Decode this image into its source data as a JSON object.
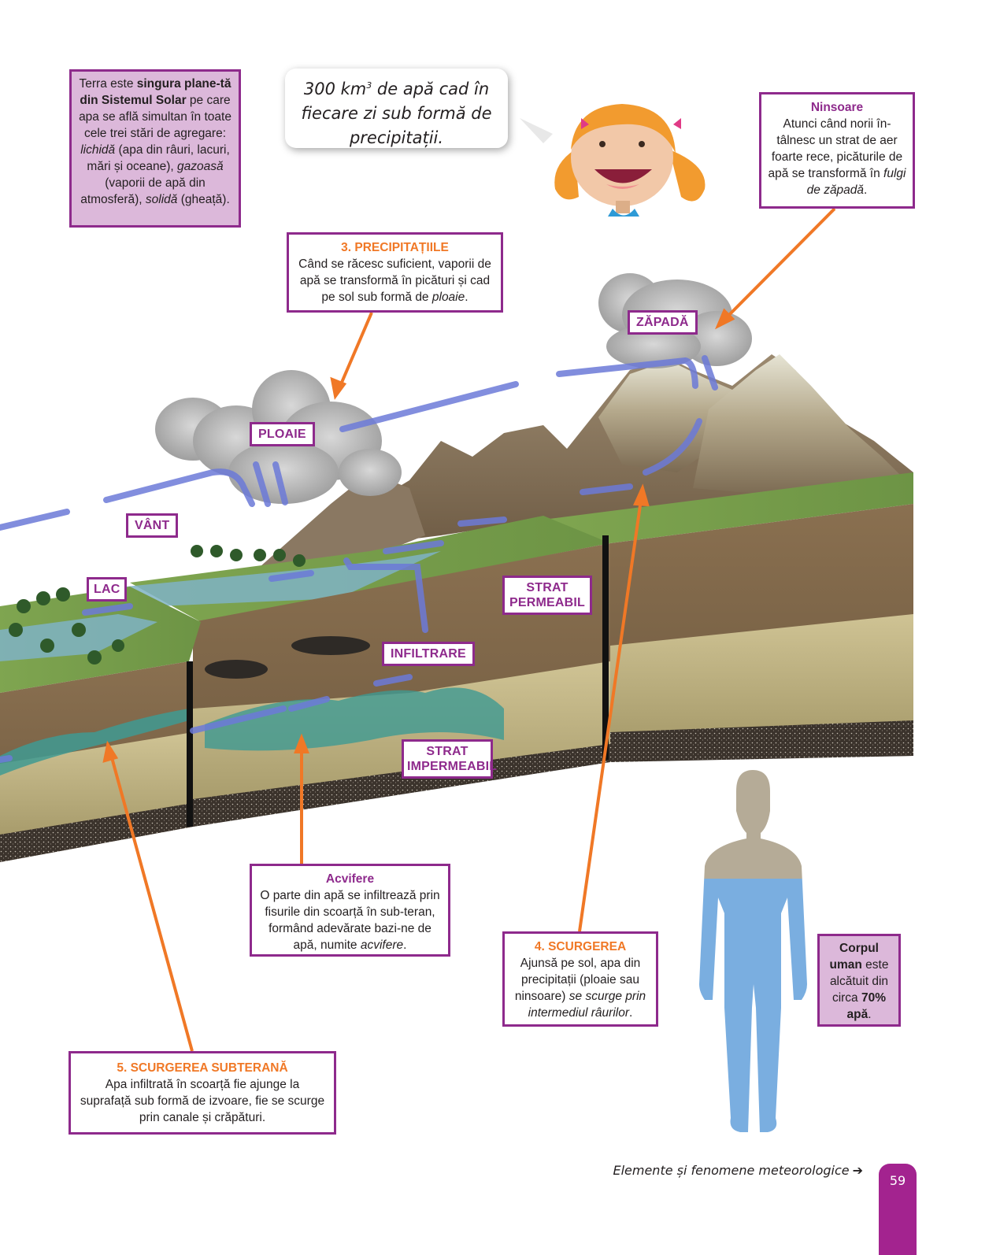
{
  "intro_box": {
    "p1": "Terra este ",
    "b1": "singura plane-tă din Sistemul Solar",
    "p2": " pe care apa se află simultan în toate cele trei stări de agregare: ",
    "i1": "lichidă",
    "p3": " (apa din râuri, lacuri, mări și oceane), ",
    "i2": "gazoasă",
    "p4": " (vaporii de apă din atmosferă), ",
    "i3": "solidă",
    "p5": " (gheață)."
  },
  "speech_bubble": {
    "pre": "300 km",
    "sup": "3",
    "post": " de apă cad în fiecare zi sub formă de precipitații."
  },
  "snow_box": {
    "title": "Ninsoare",
    "text": "Atunci când norii în-tâlnesc un strat de aer foarte rece, picăturile de apă se transformă în ",
    "italic": "fulgi de zăpadă",
    "end": "."
  },
  "precip_box": {
    "title": "3. PRECIPITAȚIILE",
    "text": "Când se răcesc suficient, vaporii de apă se transformă în picături și cad pe sol sub formă de ",
    "italic": "ploaie",
    "end": "."
  },
  "aquifer_box": {
    "title": "Acvifere",
    "text": "O parte din apă se infiltrează prin fisurile din scoarță în sub-teran, formând adevărate bazi-ne de apă, numite ",
    "italic": "acvifere",
    "end": "."
  },
  "runoff_box": {
    "title": "4. SCURGEREA",
    "text": "Ajunsă pe sol, apa din precipitații (ploaie sau ninsoare) ",
    "italic": "se scurge prin intermediul râurilor",
    "end": "."
  },
  "underground_box": {
    "title": "5. SCURGEREA SUBTERANĂ",
    "text": "Apa infiltrată în scoarță fie ajunge la suprafață sub formă de izvoare, fie se scurge prin canale și crăpături."
  },
  "body_box": {
    "b1": "Corpul uman",
    "p1": " este alcătuit din circa ",
    "b2": "70% apă",
    "end": "."
  },
  "diagram_labels": {
    "snow": "ZĂPADĂ",
    "rain": "PLOAIE",
    "wind": "VÂNT",
    "lake": "LAC",
    "permeable": "STRAT PERMEABIL",
    "infiltration": "INFILTRARE",
    "impermeable": "STRAT IMPERMEABIL"
  },
  "human_figure": {
    "water_fraction": 0.7
  },
  "footer": {
    "section": "Elemente și fenomene meteorologice",
    "arrow_icon": "arrow-right-icon",
    "page_number": "59"
  },
  "colors": {
    "accent_purple": "#8e2a8c",
    "accent_orange": "#f07826",
    "pink_fill": "#dcb8da",
    "page_tab": "#a3238f",
    "water_body": "#7aaee0",
    "head_body": "#b5ab97"
  }
}
